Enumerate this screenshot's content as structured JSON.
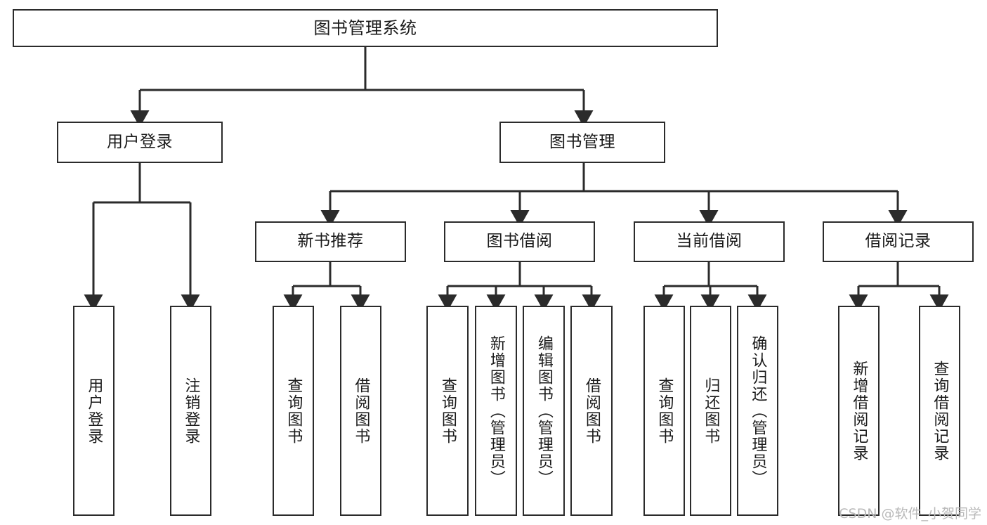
{
  "diagram": {
    "title": "图书管理系统",
    "type": "tree-hierarchy-diagram",
    "colors": {
      "box_border": "#2b2b2b",
      "box_fill": "#ffffff",
      "connector": "#2b2b2b",
      "text": "#1a1a1a",
      "watermark": "#b9b9b9"
    },
    "nodes": {
      "root": {
        "label": "图书管理系统",
        "orientation": "horizontal"
      },
      "level2": [
        {
          "label": "用户登录",
          "orientation": "horizontal"
        },
        {
          "label": "图书管理",
          "orientation": "horizontal"
        }
      ],
      "level3": [
        {
          "label": "新书推荐",
          "orientation": "horizontal"
        },
        {
          "label": "图书借阅",
          "orientation": "horizontal"
        },
        {
          "label": "当前借阅",
          "orientation": "horizontal"
        },
        {
          "label": "借阅记录",
          "orientation": "horizontal"
        }
      ],
      "leaves_user_login": [
        {
          "label": "用户登录",
          "orientation": "vertical"
        },
        {
          "label": "注销登录",
          "orientation": "vertical"
        }
      ],
      "leaves_new_book": [
        {
          "label": "查询图书",
          "orientation": "vertical"
        },
        {
          "label": "借阅图书",
          "orientation": "vertical"
        }
      ],
      "leaves_borrow": [
        {
          "label": "查询图书",
          "orientation": "vertical"
        },
        {
          "label": "新增图书（管理员）",
          "orientation": "vertical"
        },
        {
          "label": "编辑图书（管理员）",
          "orientation": "vertical"
        },
        {
          "label": "借阅图书",
          "orientation": "vertical"
        }
      ],
      "leaves_current": [
        {
          "label": "查询图书",
          "orientation": "vertical"
        },
        {
          "label": "归还图书",
          "orientation": "vertical"
        },
        {
          "label": "确认归还（管理员）",
          "orientation": "vertical"
        }
      ],
      "leaves_records": [
        {
          "label": "新增借阅记录",
          "orientation": "vertical"
        },
        {
          "label": "查询借阅记录",
          "orientation": "vertical"
        }
      ]
    },
    "watermark": "CSDN @软件_小贺同学"
  }
}
